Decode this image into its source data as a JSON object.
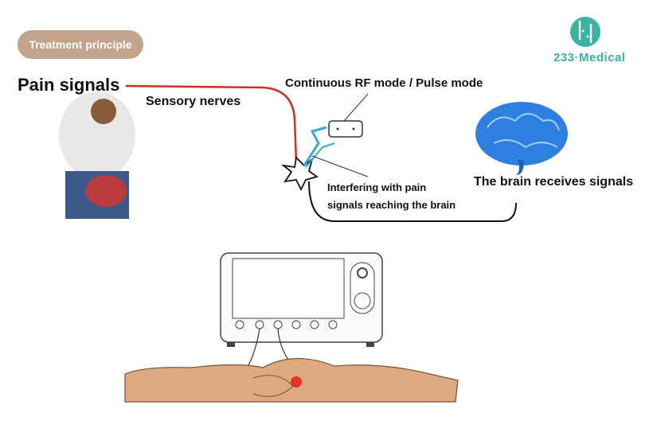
{
  "badge": "Treatment principle",
  "logo": {
    "text": "233·Medical",
    "color": "#3bb3a0"
  },
  "labels": {
    "pain_signals": "Pain signals",
    "sensory_nerves": "Sensory nerves",
    "mode": "Continuous RF mode / Pulse mode",
    "interfering_line1": "Interfering with pain",
    "interfering_line2": "signals reaching the brain",
    "brain": "The brain receives signals"
  },
  "colors": {
    "badge": "#c3a38b",
    "nerve": "#c8321e",
    "needle": "#3aa8d8",
    "brain": "#2f7fe0"
  }
}
